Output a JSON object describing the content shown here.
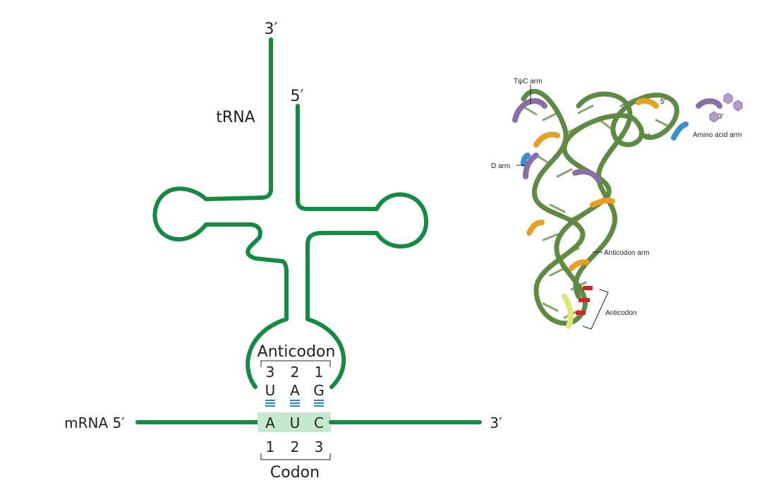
{
  "colors": {
    "strand": "#148a42",
    "bond": "#1e88d2",
    "codon_box": "#c6e8cf",
    "model_green": "#5e8a44",
    "model_orange": "#e8a023",
    "model_purple": "#8a6fa6",
    "model_blue": "#3a8fd0",
    "model_yellow": "#dfe67a",
    "model_red": "#d4222b"
  },
  "schematic": {
    "trna_label": "tRNA",
    "three_prime_top": "3′",
    "five_prime_top": "5′",
    "anticodon_label": "Anticodon",
    "anticodon_numbers": [
      "3",
      "2",
      "1"
    ],
    "anticodon_bases": [
      "U",
      "A",
      "G"
    ],
    "mrna_label": "mRNA 5′",
    "mrna_end": "3′",
    "codon_bases": [
      "A",
      "U",
      "C"
    ],
    "codon_numbers": [
      "1",
      "2",
      "3"
    ],
    "codon_label": "Codon"
  },
  "model": {
    "tpsic_arm": "TψC arm",
    "five_prime": "5′",
    "three_prime": "3′",
    "amino_acid_arm": "Amino acid arm",
    "d_arm": "D arm",
    "anticodon_arm": "Anticodon arm",
    "anticodon": "Anticodon"
  }
}
